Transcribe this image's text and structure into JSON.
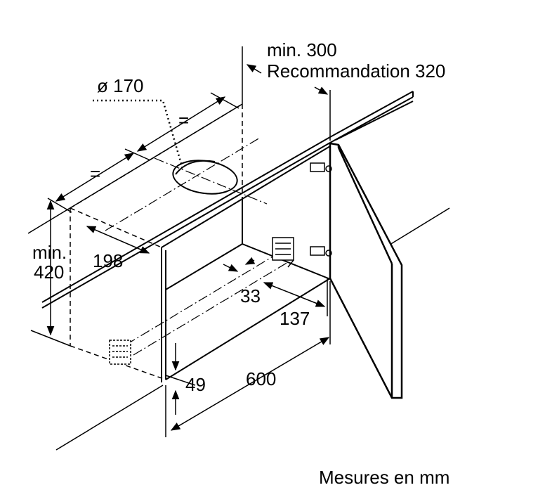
{
  "diagram": {
    "labels": {
      "duct_diameter": "ø 170",
      "min_clearance": "min. 300",
      "recommendation": "Recommandation 320",
      "equal_a": "=",
      "equal_b": "=",
      "depth_198": "198",
      "min_label": "min.",
      "height_420": "420",
      "offset_33": "33",
      "offset_137": "137",
      "offset_49": "49",
      "width_600": "600",
      "units_note": "Mesures en mm"
    }
  }
}
